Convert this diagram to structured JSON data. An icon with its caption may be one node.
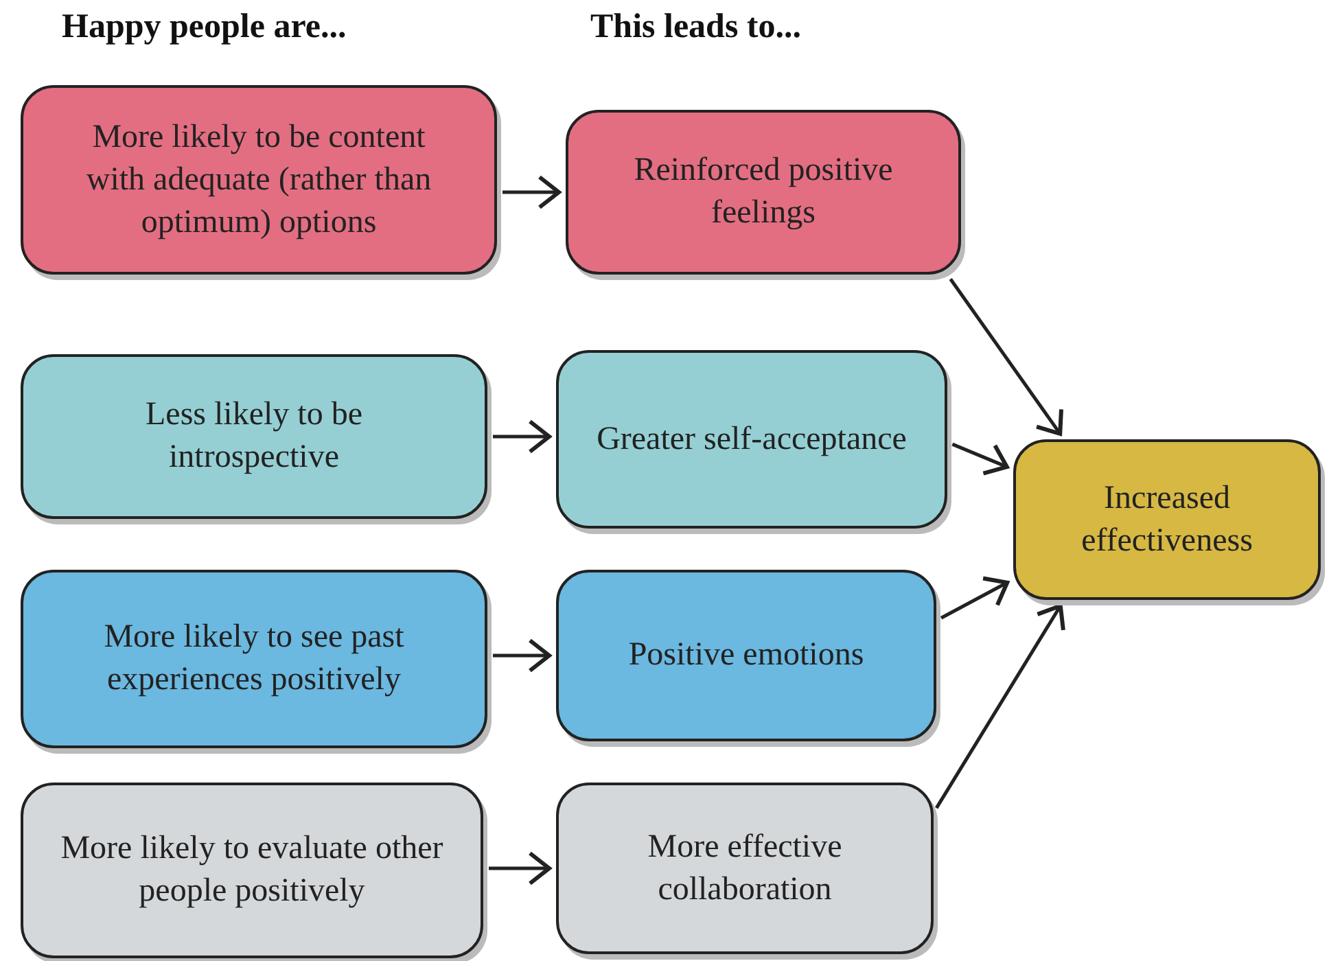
{
  "diagram": {
    "nodes": [
      {
        "text": [
          "More likely to be content with adequate (rather than optimum) options"
        ]
      },
      {
        "text": [
          "Reinforced positive feelings"
        ]
      },
      {
        "text": [
          "Less likely to be introspective"
        ]
      },
      {
        "text": [
          "Greater self-acceptance"
        ]
      },
      {
        "text": [
          "More likely to see past experiences positively"
        ]
      },
      {
        "text": [
          "Positive emotions"
        ]
      },
      {
        "text": [
          "More likely to evaluate other people positively"
        ]
      },
      {
        "text": [
          "More effective collaboration"
        ]
      },
      {
        "text": [
          "Increased effectiveness"
        ]
      }
    ],
    "edges": [
      {
        "from": 0,
        "to": 1,
        "arrow": "to"
      },
      {
        "from": 2,
        "to": 3,
        "arrow": "to"
      },
      {
        "from": 4,
        "to": 5,
        "arrow": "to"
      },
      {
        "from": 6,
        "to": 7,
        "arrow": "to"
      },
      {
        "from": 1,
        "to": 8,
        "arrow": "to"
      },
      {
        "from": 3,
        "to": 8,
        "arrow": "to"
      },
      {
        "from": 5,
        "to": 8,
        "arrow": "to"
      },
      {
        "from": 7,
        "to": 8,
        "arrow": "to"
      }
    ],
    "labels": [
      "Happy people are...",
      "This leads to..."
    ]
  }
}
